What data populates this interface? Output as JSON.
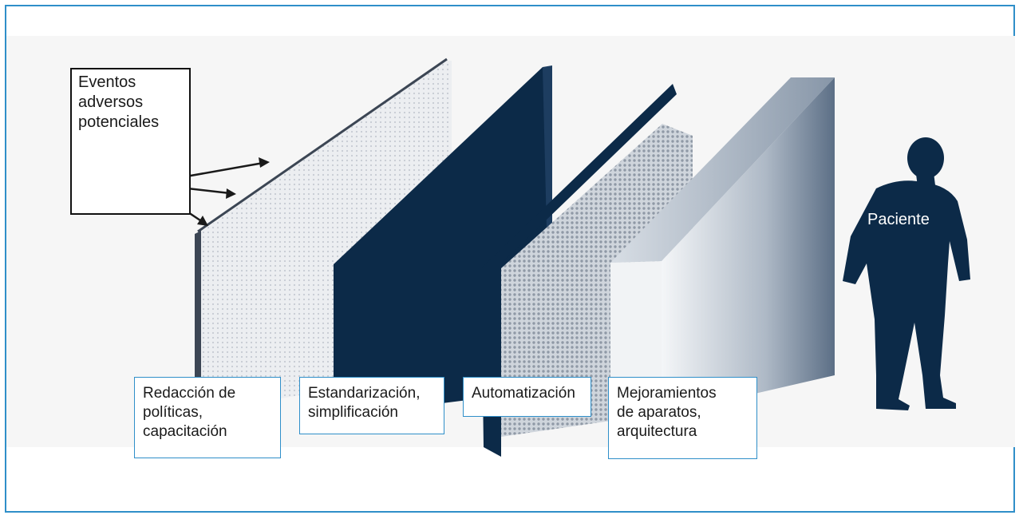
{
  "events_label": "Eventos\nadversos\npotenciales",
  "patient_label": "Paciente",
  "barriers": [
    {
      "label": "Redacción de\npolíticas,\ncapacitación"
    },
    {
      "label": "Estandarización,\nsimplificación"
    },
    {
      "label": "Automatización"
    },
    {
      "label": "Mejoramientos\nde aparatos,\narquitectura"
    }
  ],
  "colors": {
    "frame": "#2f8fc9",
    "dark_barrier": "#0c2a48",
    "patient": "#0c2a48"
  }
}
